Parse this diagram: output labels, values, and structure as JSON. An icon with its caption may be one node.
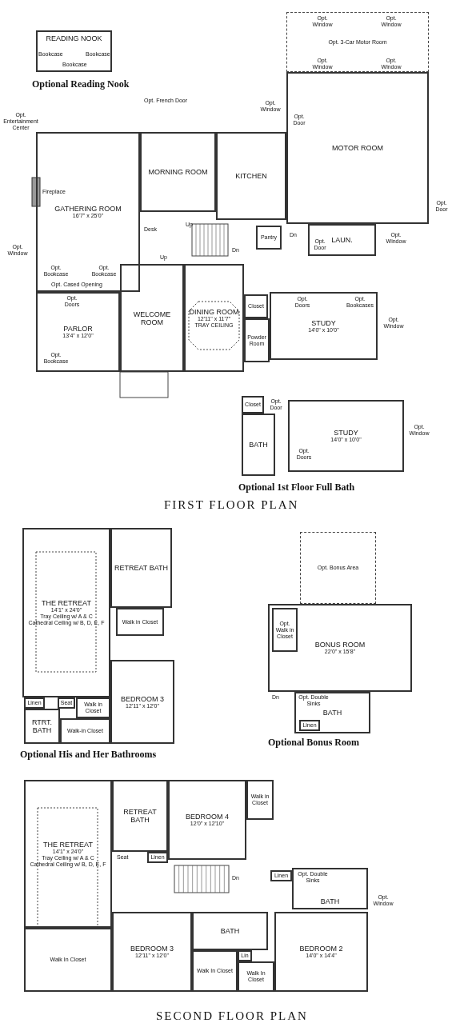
{
  "diagram": {
    "nodes": [
      {
        "text": [
          "READING NOOK"
        ]
      },
      {
        "text": [
          "Opt. 3-Car Motor Room"
        ]
      },
      {
        "text": [
          "MOTOR ROOM"
        ]
      },
      {
        "text": [
          "GATHERING ROOM",
          "16'7\" x 25'0\""
        ]
      },
      {
        "text": [
          "MORNING ROOM"
        ]
      },
      {
        "text": [
          "KITCHEN"
        ]
      },
      {
        "text": [
          "Pantry"
        ]
      },
      {
        "text": [
          "LAUN."
        ]
      },
      {
        "text": [
          "PARLOR",
          "13'4\" x 12'0\""
        ]
      },
      {
        "text": [
          "WELCOME ROOM"
        ]
      },
      {
        "text": [
          "DINING ROOM",
          "12'11\" x 11'7\"",
          "TRAY CEILING"
        ]
      },
      {
        "text": [
          "Closet"
        ]
      },
      {
        "text": [
          "Powder Room"
        ]
      },
      {
        "text": [
          "STUDY",
          "14'0\" x 10'0\""
        ]
      },
      {
        "text": [
          "Closet"
        ]
      },
      {
        "text": [
          "BATH"
        ]
      },
      {
        "text": [
          "STUDY",
          "14'0\" x 10'0\""
        ]
      },
      {
        "text": [
          "THE RETREAT",
          "14'1\" x 24'0\"",
          "Tray Ceiling w/ A & C",
          "Cathedral Ceiling w/ B, D, E, F"
        ]
      },
      {
        "text": [
          "RETREAT BATH"
        ]
      },
      {
        "text": [
          "Walk in Closet"
        ]
      },
      {
        "text": [
          "BEDROOM 3",
          "12'11\" x 12'0\""
        ]
      },
      {
        "text": [
          "Linen"
        ]
      },
      {
        "text": [
          "Seat"
        ]
      },
      {
        "text": [
          "Walk in Closet"
        ]
      },
      {
        "text": [
          "RTRT. BATH"
        ]
      },
      {
        "text": [
          "Walk-in Closet"
        ]
      },
      {
        "text": [
          "Opt. Bonus Area"
        ]
      },
      {
        "text": [
          "BONUS ROOM",
          "22'0\" x 15'8\""
        ]
      },
      {
        "text": [
          "Opt. Walk in Closet"
        ],
        "in": 27
      },
      {
        "text": [
          "BATH"
        ]
      },
      {
        "text": [
          "Linen"
        ],
        "in": 29
      },
      {
        "text": [
          "THE RETREAT",
          "14'1\" x 24'0\"",
          "Tray Ceiling w/ A & C",
          "Cathedral Ceiling w/ B, D, E, F"
        ]
      },
      {
        "text": [
          "RETREAT BATH"
        ]
      },
      {
        "text": [
          "Linen"
        ]
      },
      {
        "text": [
          "BEDROOM 4",
          "12'0\" x 12'10\""
        ]
      },
      {
        "text": [
          "Walk in Closet"
        ]
      },
      {
        "text": [
          "Linen"
        ]
      },
      {
        "text": [
          "BATH"
        ]
      },
      {
        "text": [
          "Walk In Closet"
        ]
      },
      {
        "text": [
          "BEDROOM 3",
          "12'11\" x 12'0\""
        ]
      },
      {
        "text": [
          "BATH"
        ]
      },
      {
        "text": [
          "Lin"
        ]
      },
      {
        "text": [
          "Walk In Closet"
        ]
      },
      {
        "text": [
          "Walk In Closet"
        ]
      },
      {
        "text": [
          "BEDROOM 2",
          "14'0\" x 14'4\""
        ]
      }
    ],
    "labels": [
      "Bookcase",
      "Bookcase",
      "Bookcase",
      "Optional Reading Nook",
      "Opt. Window",
      "Opt. Window",
      "Opt. Window",
      "Opt. Window",
      "Opt. French Door",
      "Opt. Window",
      "Opt. Door",
      "Opt. Entertainment Center",
      "Fireplace",
      "Opt. Door",
      "Desk",
      "Up",
      "Opt. Window",
      "Dn",
      "Dn",
      "Opt. Window",
      "Opt. Door",
      "Up",
      "Opt. Bookcase",
      "Opt. Bookcase",
      "Opt. Cased Opening",
      "Opt. Doors",
      "Opt. Doors",
      "Opt. Bookcases",
      "Opt. Window",
      "Opt. Bookcase",
      "Opt. Door",
      "Opt. Doors",
      "Opt. Window",
      "Optional 1st Floor Full Bath",
      "FIRST FLOOR PLAN",
      "Optional His and Her Bathrooms",
      "Dn",
      "Opt. Double Sinks",
      "Optional Bonus Room",
      "Seat",
      "Dn",
      "Opt. Double Sinks",
      "Opt. Window",
      "SECOND FLOOR PLAN"
    ]
  }
}
